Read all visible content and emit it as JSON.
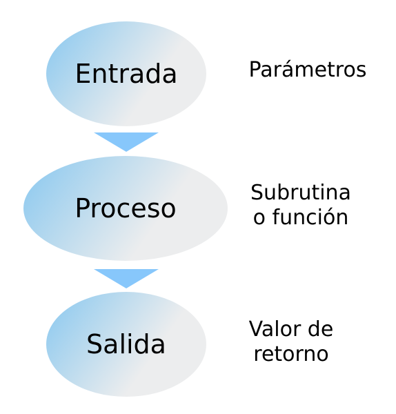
{
  "colors": {
    "ellipse_gradient_start": "#87c7ef",
    "ellipse_gradient_end": "#ecedee",
    "arrow": "#87c7fb",
    "text": "#000000"
  },
  "steps": [
    {
      "label": "Entrada",
      "description": "Parámetros"
    },
    {
      "label": "Proceso",
      "description": "Subrutina\no función"
    },
    {
      "label": "Salida",
      "description": "Valor de\nretorno"
    }
  ],
  "arrows": [
    {
      "icon": "down-triangle-arrow"
    },
    {
      "icon": "down-triangle-arrow"
    }
  ]
}
